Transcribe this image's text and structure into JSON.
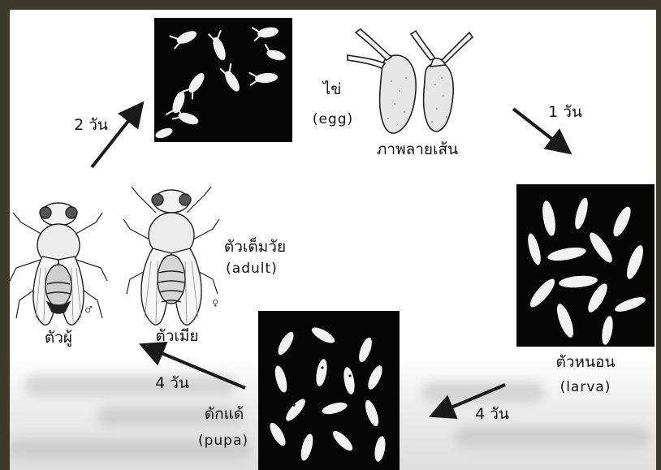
{
  "stages": {
    "egg": {
      "name_th": "ไข่",
      "name_en": "(egg)"
    },
    "line_drawing": "ภาพลายเส้น",
    "larva": {
      "name_th": "ตัวหนอน",
      "name_en": "(larva)"
    },
    "pupa": {
      "name_th": "ดักแด้",
      "name_en": "(pupa)"
    },
    "adult": {
      "name_th": "ตัวเต็มวัย",
      "name_en": "(adult)"
    },
    "male": "ตัวผู้",
    "female": "ตัวเมีย"
  },
  "durations": {
    "egg_to_larva": "1 วัน",
    "larva_to_pupa": "4 วัน",
    "pupa_to_adult": "4 วัน",
    "adult_to_egg": "2 วัน"
  },
  "colors": {
    "frame": "#3d3a2c",
    "photo_bg": "#060606",
    "specimen": "#f2f2f2",
    "arrow": "#1a1a1a"
  },
  "icons": {
    "male_symbol": "♂",
    "female_symbol": "♀"
  }
}
